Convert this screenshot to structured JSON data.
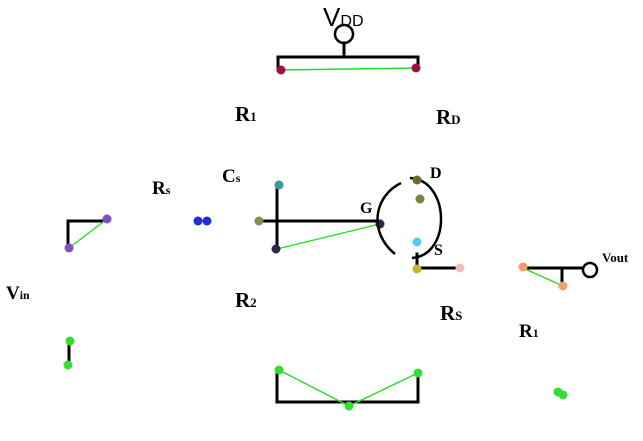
{
  "labels": {
    "vdd_main": "V",
    "vdd_sub": "DD",
    "r1_main": "R",
    "r1_sub": "1",
    "rd_main": "R",
    "rd_sub": "D",
    "rs_left_main": "R",
    "rs_left_sub": "s",
    "cs_main": "C",
    "cs_sub": "s",
    "g": "G",
    "d": "D",
    "s": "S",
    "vout": "Vout",
    "vin_main": "V",
    "vin_sub": "in",
    "r2_main": "R",
    "r2_sub": "2",
    "rs_right_main": "R",
    "rs_right_sub": "S",
    "r1_right_main": "R",
    "r1_right_sub": "1"
  },
  "colors": {
    "wire": "#000000",
    "connector": "#22dd22",
    "node_vdd": "#a01040",
    "node_teal": "#3a9a9a",
    "node_olive": "#8a8a50",
    "node_navy": "#2a2a50",
    "node_purple": "#8050c0",
    "node_blue": "#2030d0",
    "node_cyan": "#50d0f0",
    "node_yellow": "#c8b030",
    "node_pink": "#f0c0c0",
    "node_orange": "#f0a070",
    "node_green": "#33dd33",
    "node_drain": "#706830",
    "node_drain2": "#808040"
  }
}
